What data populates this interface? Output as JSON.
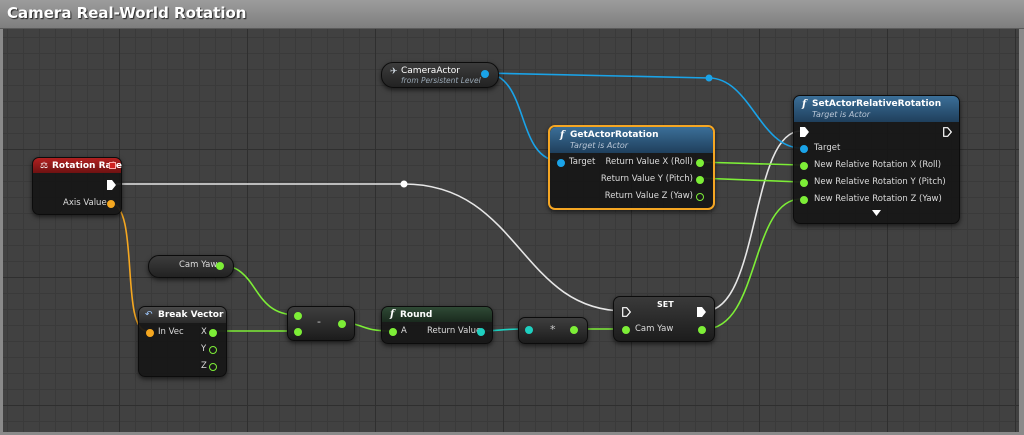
{
  "comment": {
    "title": "Camera Real-World Rotation"
  },
  "nodes": {
    "rotation_rate": {
      "title": "Rotation Rate",
      "output": "Axis Value"
    },
    "camera_actor": {
      "title": "CameraActor",
      "subtitle": "from Persistent Level"
    },
    "get_actor_rotation": {
      "title": "GetActorRotation",
      "subtitle": "Target is Actor",
      "input": "Target",
      "outputs": [
        "Return Value X (Roll)",
        "Return Value Y (Pitch)",
        "Return Value Z (Yaw)"
      ]
    },
    "set_actor_relative_rotation": {
      "title": "SetActorRelativeRotation",
      "subtitle": "Target is Actor",
      "inputs": [
        "Target",
        "New Relative Rotation X (Roll)",
        "New Relative Rotation Y (Pitch)",
        "New Relative Rotation Z (Yaw)"
      ]
    },
    "cam_yaw_get": {
      "title": "Cam Yaw"
    },
    "break_vector": {
      "title": "Break Vector",
      "input": "In Vec",
      "outputs": [
        "X",
        "Y",
        "Z"
      ]
    },
    "subtract": {
      "symbol": "-"
    },
    "round": {
      "title": "Round",
      "input": "A",
      "output": "Return Value"
    },
    "multiply": {
      "symbol": "*"
    },
    "set_cam_yaw": {
      "title": "SET",
      "input": "Cam Yaw"
    }
  },
  "colors": {
    "float_pin": "#7dee37",
    "object_pin": "#1aa3e8",
    "vector_pin": "#f5a720",
    "int_pin": "#1ed0c0",
    "exec_wire": "#e6e6e6",
    "event_header": "#8e1818",
    "function_header": "#2d5c80",
    "selection": "#f5a623"
  }
}
